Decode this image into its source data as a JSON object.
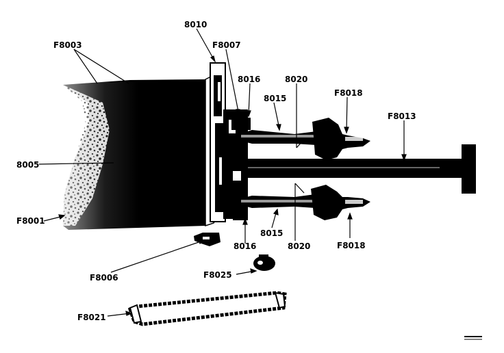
{
  "labels": {
    "l8010": "8010",
    "lF8003": "F8003",
    "lF8007": "F8007",
    "l8016a": "8016",
    "l8020a": "8020",
    "lF8018a": "F8018",
    "l8015a": "8015",
    "lF8013": "F8013",
    "l8005": "8005",
    "lF8001": "F8001",
    "l8015b": "8015",
    "l8016b": "8016",
    "l8020b": "8020",
    "lF8018b": "F8018",
    "lF8006": "F8006",
    "lF8025": "F8025",
    "lF8021": "F8021"
  },
  "colors": {
    "ink": "#000000",
    "paper": "#ffffff"
  }
}
